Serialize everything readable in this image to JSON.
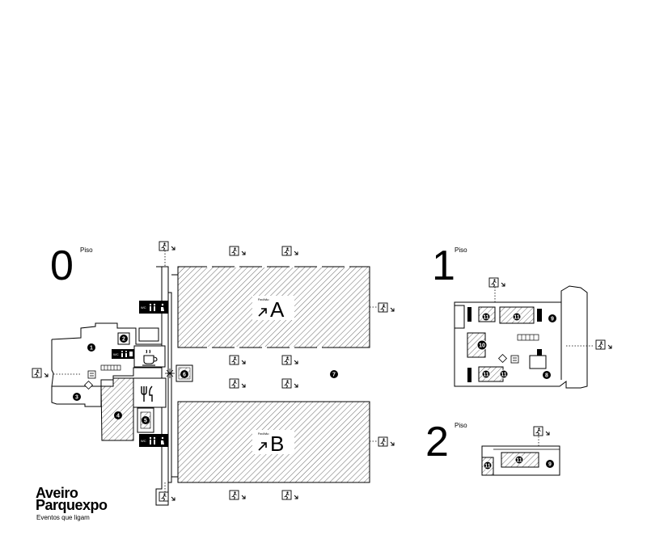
{
  "floors": [
    {
      "number": "0",
      "label": "Piso"
    },
    {
      "number": "1",
      "label": "Piso"
    },
    {
      "number": "2",
      "label": "Piso"
    }
  ],
  "pavilions": [
    {
      "caption": "Pavilhão",
      "letter": "A"
    },
    {
      "caption": "Pavilhão",
      "letter": "B"
    }
  ],
  "wc_label": "WC",
  "markers_floor0": [
    "1",
    "2",
    "3",
    "4",
    "5",
    "6",
    "7"
  ],
  "markers_floor1": [
    "8",
    "9",
    "10",
    "11",
    "11",
    "11",
    "11"
  ],
  "markers_floor2": [
    "9",
    "11",
    "11"
  ],
  "icons": [
    "exit-icon",
    "wc-icon",
    "coffee-icon",
    "restaurant-icon",
    "elevator-icon",
    "stairs-icon",
    "accessibility-icon",
    "info-icon"
  ],
  "logo": {
    "line1": "Aveiro",
    "line2": "Parquexpo",
    "tagline": "Eventos que ligam"
  },
  "colors": {
    "ink": "#000000",
    "paper": "#ffffff"
  }
}
